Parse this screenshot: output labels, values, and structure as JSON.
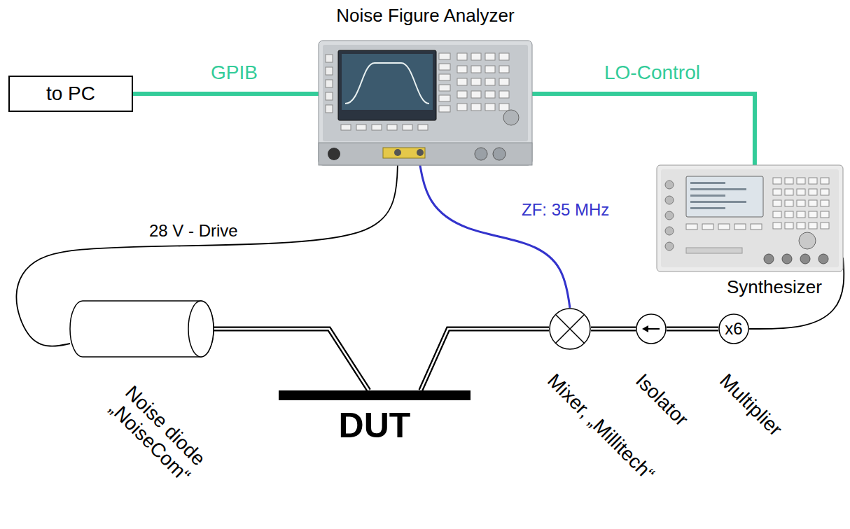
{
  "diagram": {
    "nodes": [
      {
        "text": [
          "to PC"
        ]
      },
      {
        "text": [
          "Noise Figure Analyzer"
        ]
      },
      {
        "text": [
          "Synthesizer"
        ]
      },
      {
        "text": [
          "Noise diode „NoiseCom“"
        ]
      },
      {
        "text": [
          "DUT"
        ]
      },
      {
        "text": [
          "Mixer, „Millitech“"
        ]
      },
      {
        "text": [
          "Isolator"
        ]
      },
      {
        "text": [
          "x6",
          "Multiplier"
        ]
      }
    ],
    "edges": [
      {
        "from": 0,
        "to": 1,
        "arrow": "none",
        "label": "GPIB"
      },
      {
        "from": 1,
        "to": 2,
        "arrow": "none",
        "label": "LO-Control"
      },
      {
        "from": 1,
        "to": 3,
        "arrow": "none",
        "label": "28 V - Drive"
      },
      {
        "from": 3,
        "to": 4,
        "arrow": "none"
      },
      {
        "from": 4,
        "to": 5,
        "arrow": "none"
      },
      {
        "from": 5,
        "to": 1,
        "arrow": "none",
        "label": "ZF: 35 MHz"
      },
      {
        "from": 5,
        "to": 6,
        "arrow": "none"
      },
      {
        "from": 6,
        "to": 7,
        "arrow": "none"
      },
      {
        "from": 7,
        "to": 2,
        "arrow": "none"
      }
    ]
  }
}
